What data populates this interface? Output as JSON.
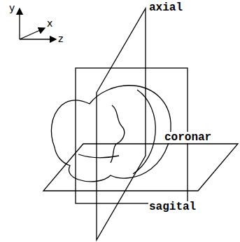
{
  "diagram": {
    "labels": [
      "y",
      "x",
      "z",
      "axial",
      "coronar",
      "sagital"
    ]
  }
}
